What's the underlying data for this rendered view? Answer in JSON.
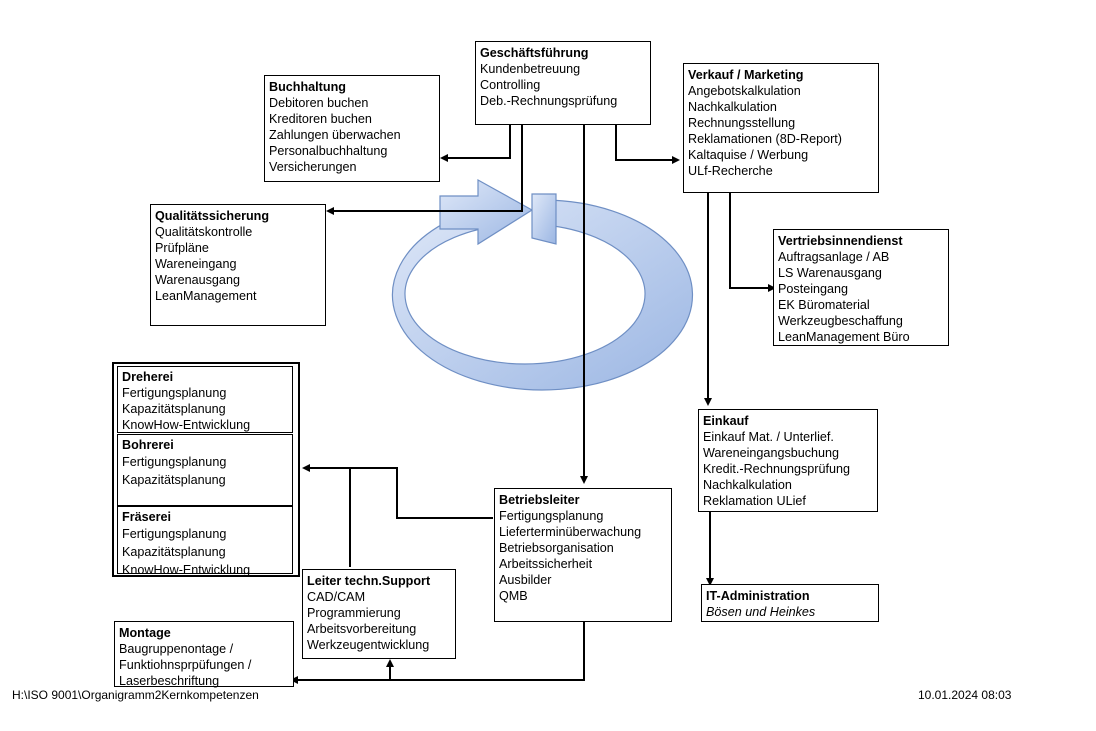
{
  "boxes": {
    "geschaeftsfuehrung": {
      "title": "Geschäftsführung",
      "items": [
        "Kundenbetreuung",
        "Controlling",
        "Deb.-Rechnungsprüfung"
      ]
    },
    "buchhaltung": {
      "title": "Buchhaltung",
      "items": [
        "Debitoren buchen",
        "Kreditoren buchen",
        "Zahlungen überwachen",
        "Personalbuchhaltung",
        "Versicherungen"
      ]
    },
    "verkauf": {
      "title": "Verkauf / Marketing",
      "items": [
        "Angebotskalkulation",
        "Nachkalkulation",
        "Rechnungsstellung",
        "Reklamationen (8D-Report)",
        "Kaltaquise / Werbung",
        "ULf-Recherche"
      ]
    },
    "qualitaet": {
      "title": "Qualitätssicherung",
      "items": [
        "Qualitätskontrolle",
        "Prüfpläne",
        "Wareneingang",
        "Warenausgang",
        "LeanManagement"
      ]
    },
    "vertrieb": {
      "title": "Vertriebsinnendienst",
      "items": [
        "Auftragsanlage / AB",
        "LS Warenausgang",
        "Posteingang",
        "EK Büromaterial",
        "Werkzeugbeschaffung",
        "LeanManagement Büro"
      ]
    },
    "einkauf": {
      "title": "Einkauf",
      "items": [
        "Einkauf Mat. / Unterlief.",
        "Wareneingangsbuchung",
        "Kredit.-Rechnungsprüfung",
        "Nachkalkulation",
        "Reklamation ULief"
      ]
    },
    "betriebsleiter": {
      "title": "Betriebsleiter",
      "items": [
        "Fertigungsplanung",
        "Lieferterminüberwachung",
        "Betriebsorganisation",
        "Arbeitssicherheit",
        "Ausbilder",
        "QMB"
      ]
    },
    "it": {
      "title": "IT-Administration",
      "items": [
        "Bösen und Heinkes"
      ]
    },
    "support": {
      "title": "Leiter techn.Support",
      "items": [
        "CAD/CAM",
        "Programmierung",
        "Arbeitsvorbereitung",
        "Werkzeugentwicklung"
      ]
    },
    "montage": {
      "title": "Montage",
      "items": [
        "Baugruppenontage /",
        "Funktiohnsprpüfungen /",
        "Laserbeschriftung"
      ]
    },
    "dreherei": {
      "title": "Dreherei",
      "items": [
        "Fertigungsplanung",
        "Kapazitätsplanung",
        "KnowHow-Entwicklung"
      ]
    },
    "bohrerei": {
      "title": "Bohrerei",
      "items": [
        "Fertigungsplanung",
        "Kapazitätsplanung"
      ]
    },
    "fraeserei": {
      "title": "Fräserei",
      "items": [
        "Fertigungsplanung",
        "Kapazitätsplanung",
        "KnowHow-Entwicklung"
      ]
    }
  },
  "footer": {
    "path": "H:\\ISO 9001\\Organigramm2Kernkompetenzen",
    "timestamp": "10.01.2024 08:03"
  },
  "colors": {
    "cycle_fill": "#b9cdf0",
    "cycle_stroke": "#6f8fc4",
    "lines": "#000000"
  }
}
